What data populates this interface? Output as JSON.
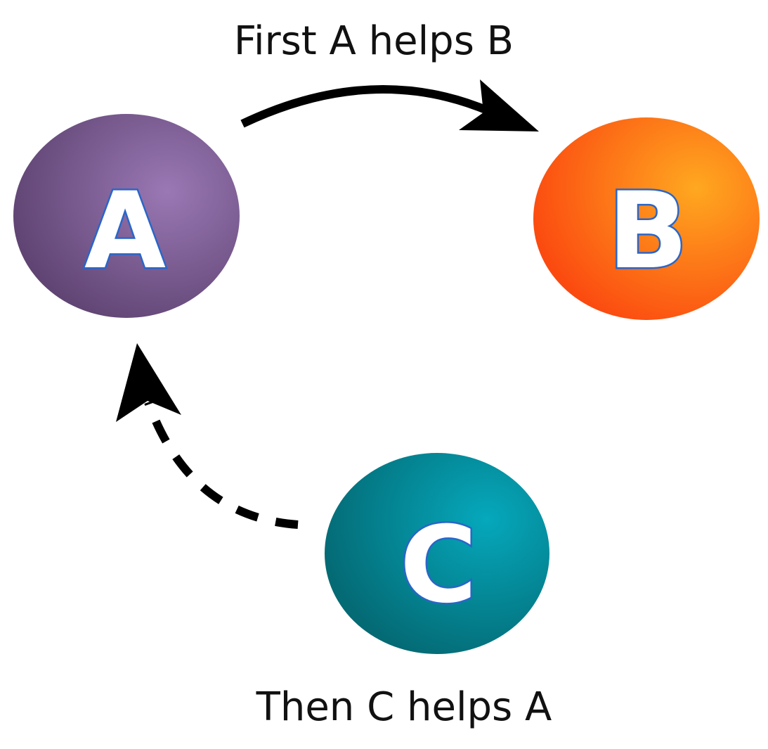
{
  "diagram": {
    "nodes": [
      {
        "id": "A",
        "label": "A",
        "color_light": "#9a78b4",
        "color_dark": "#5c416f"
      },
      {
        "id": "B",
        "label": "B",
        "color_light": "#ffa820",
        "color_dark": "#fb4a10"
      },
      {
        "id": "C",
        "label": "C",
        "color_light": "#05a8bc",
        "color_dark": "#046a74"
      }
    ],
    "edges": [
      {
        "from": "A",
        "to": "B",
        "label": "First A helps B",
        "style": "solid"
      },
      {
        "from": "C",
        "to": "A",
        "label": "Then C helps A",
        "style": "dashed"
      }
    ],
    "arrow_color": "#000000",
    "background": "#ffffff"
  }
}
